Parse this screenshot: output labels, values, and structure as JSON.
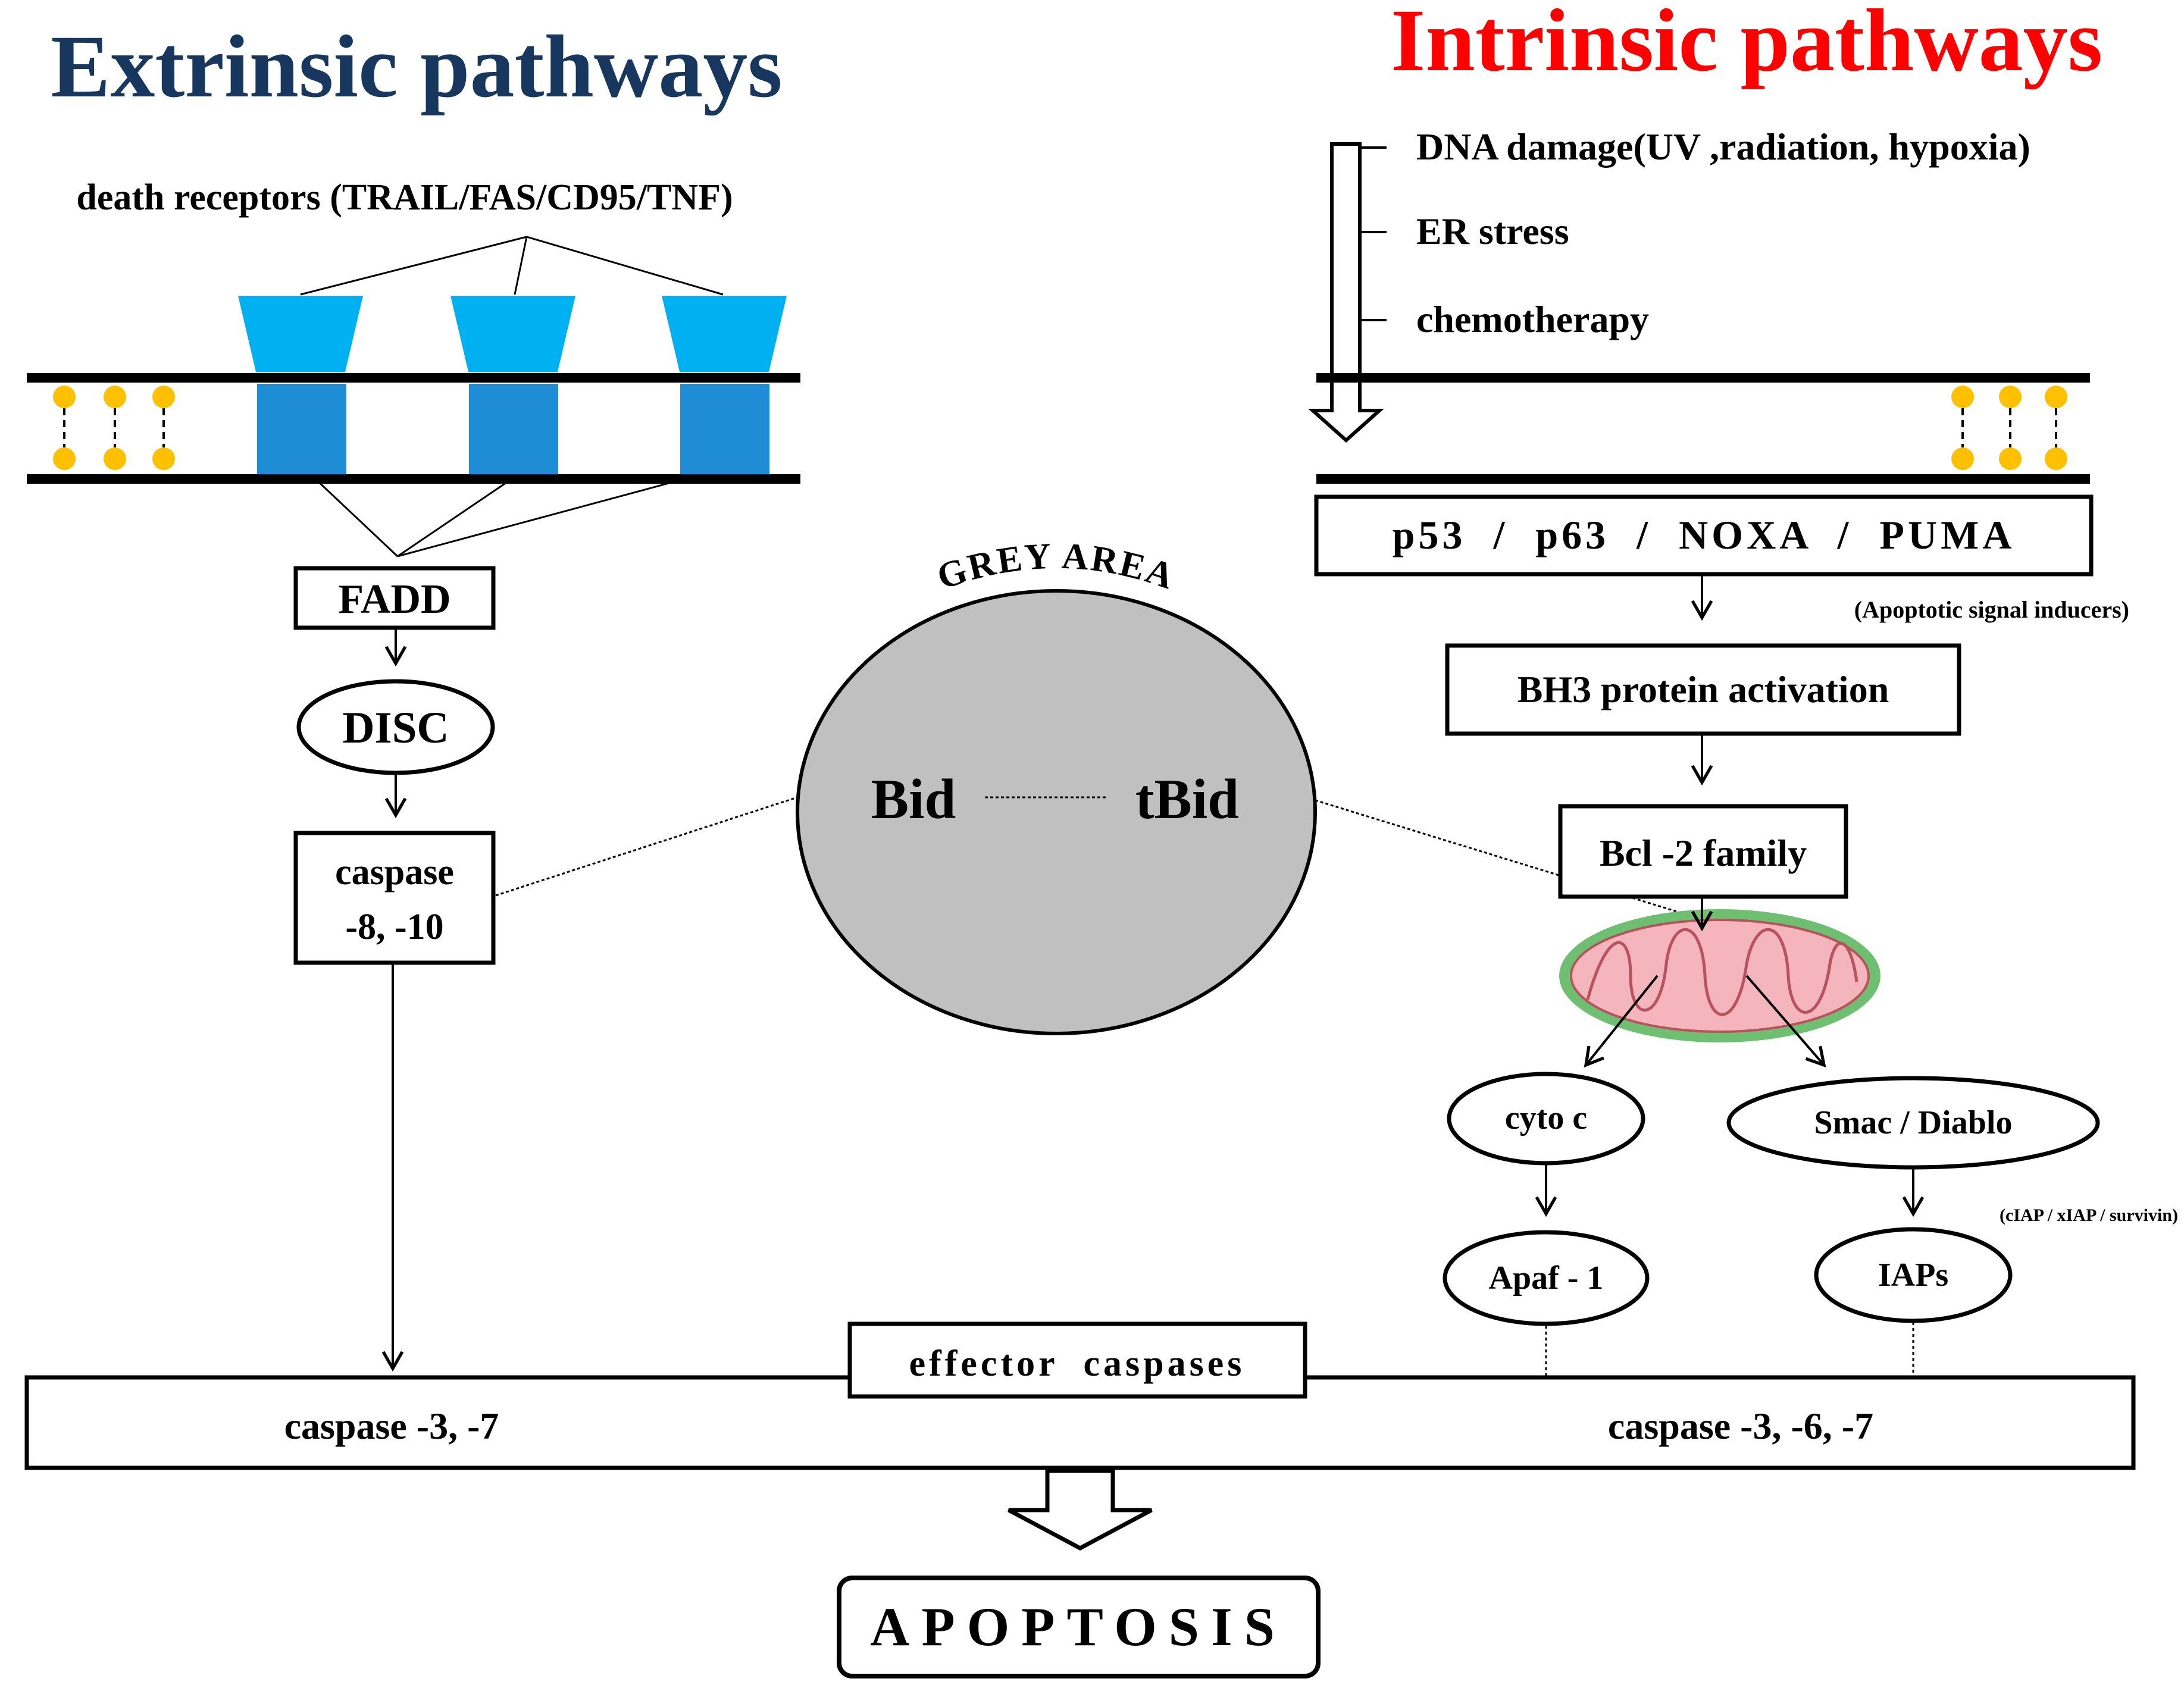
{
  "colors": {
    "extrinsic_title": "#17375e",
    "intrinsic_title": "#ff0000",
    "receptor_top": "#00b0f0",
    "receptor_bottom": "#1f8dd6",
    "lipid_head": "#ffc000",
    "grey_area_fill": "#c0c0c0",
    "mito_outer": "#6fbf73",
    "mito_inner": "#f4b6bc"
  },
  "extrinsic": {
    "title": "Extrinsic pathways",
    "receptors_label": "death receptors (TRAIL/FAS/CD95/TNF)",
    "fadd": "FADD",
    "disc": "DISC",
    "caspase_line1": "caspase",
    "caspase_line2": "-8, -10"
  },
  "intrinsic": {
    "title": "Intrinsic pathways",
    "stimuli": [
      "DNA damage(UV ,radiation, hypoxia)",
      "ER stress",
      "chemotherapy"
    ],
    "inducers": "p53  /  p63  /  NOXA  /  PUMA",
    "inducers_note": "(Apoptotic signal inducers)",
    "bh3": "BH3 protein activation",
    "bcl2": "Bcl -2 family",
    "cyto_c": "cyto c",
    "smac": "Smac / Diablo",
    "apaf": "Apaf - 1",
    "iaps": "IAPs",
    "iaps_note": "(cIAP / xIAP / survivin)"
  },
  "grey_area": {
    "label": "GREY AREA",
    "bid": "Bid",
    "tbid": "tBid"
  },
  "effector": {
    "label": "effector  caspases",
    "left_caspases": "caspase -3, -7",
    "right_caspases": "caspase -3, -6, -7"
  },
  "apoptosis": "APOPTOSIS"
}
